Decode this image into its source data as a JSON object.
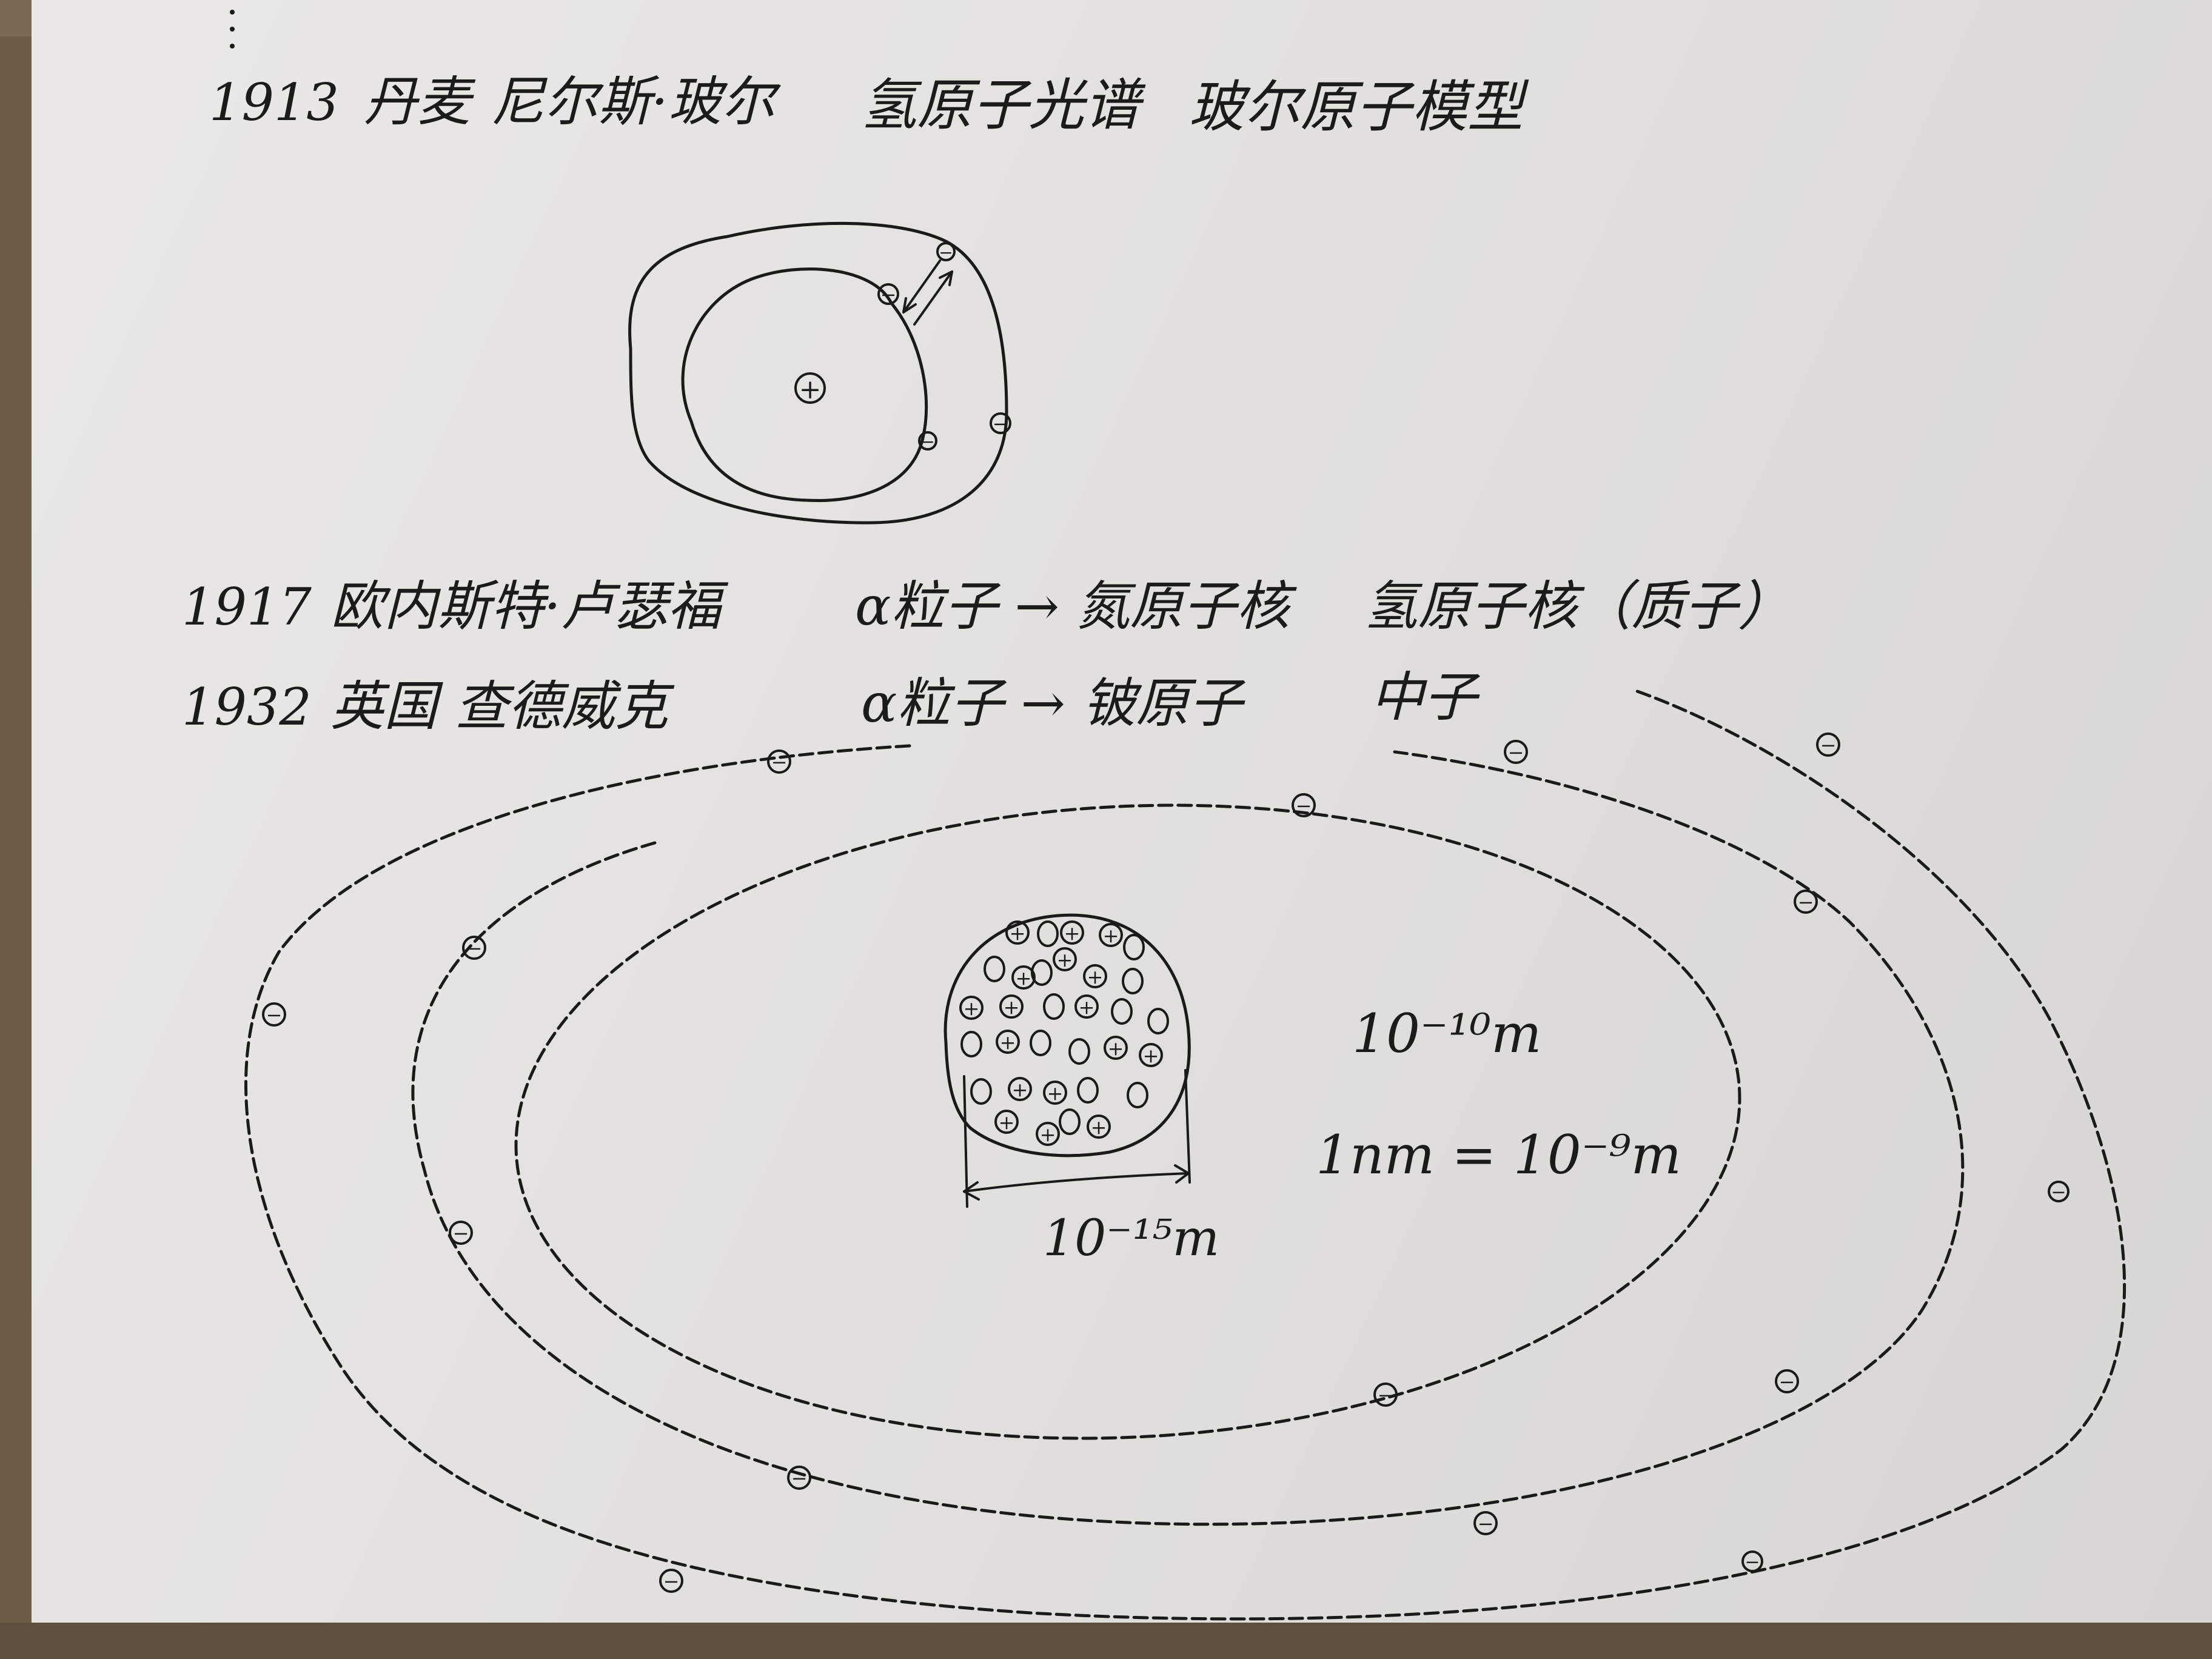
{
  "entries": [
    {
      "year": "1913",
      "country": "丹麦",
      "scientist": "尼尔斯·玻尔",
      "subject": "氢原子光谱",
      "result": "玻尔原子模型"
    },
    {
      "year": "1917",
      "scientist": "欧内斯特·卢瑟福",
      "experiment": "α粒子 → 氮原子核",
      "result": "氢原子核（质子）"
    },
    {
      "year": "1932",
      "country": "英国",
      "scientist": "查德威克",
      "experiment": "α粒子 → 铍原子",
      "result": "中子"
    }
  ],
  "bohr_model": {
    "nucleus_symbol": "+",
    "electron_symbol": "−"
  },
  "atom_diagram": {
    "nucleus_size_label": "10⁻¹⁵m",
    "atom_size_label": "10⁻¹⁰m",
    "nm_definition": "1nm = 10⁻⁹m",
    "proton_symbol": "+",
    "electron_symbol": "−"
  },
  "colors": {
    "paper": "#e6e5e2",
    "ink": "#1a1a1a",
    "desk": "#6d5c46"
  }
}
